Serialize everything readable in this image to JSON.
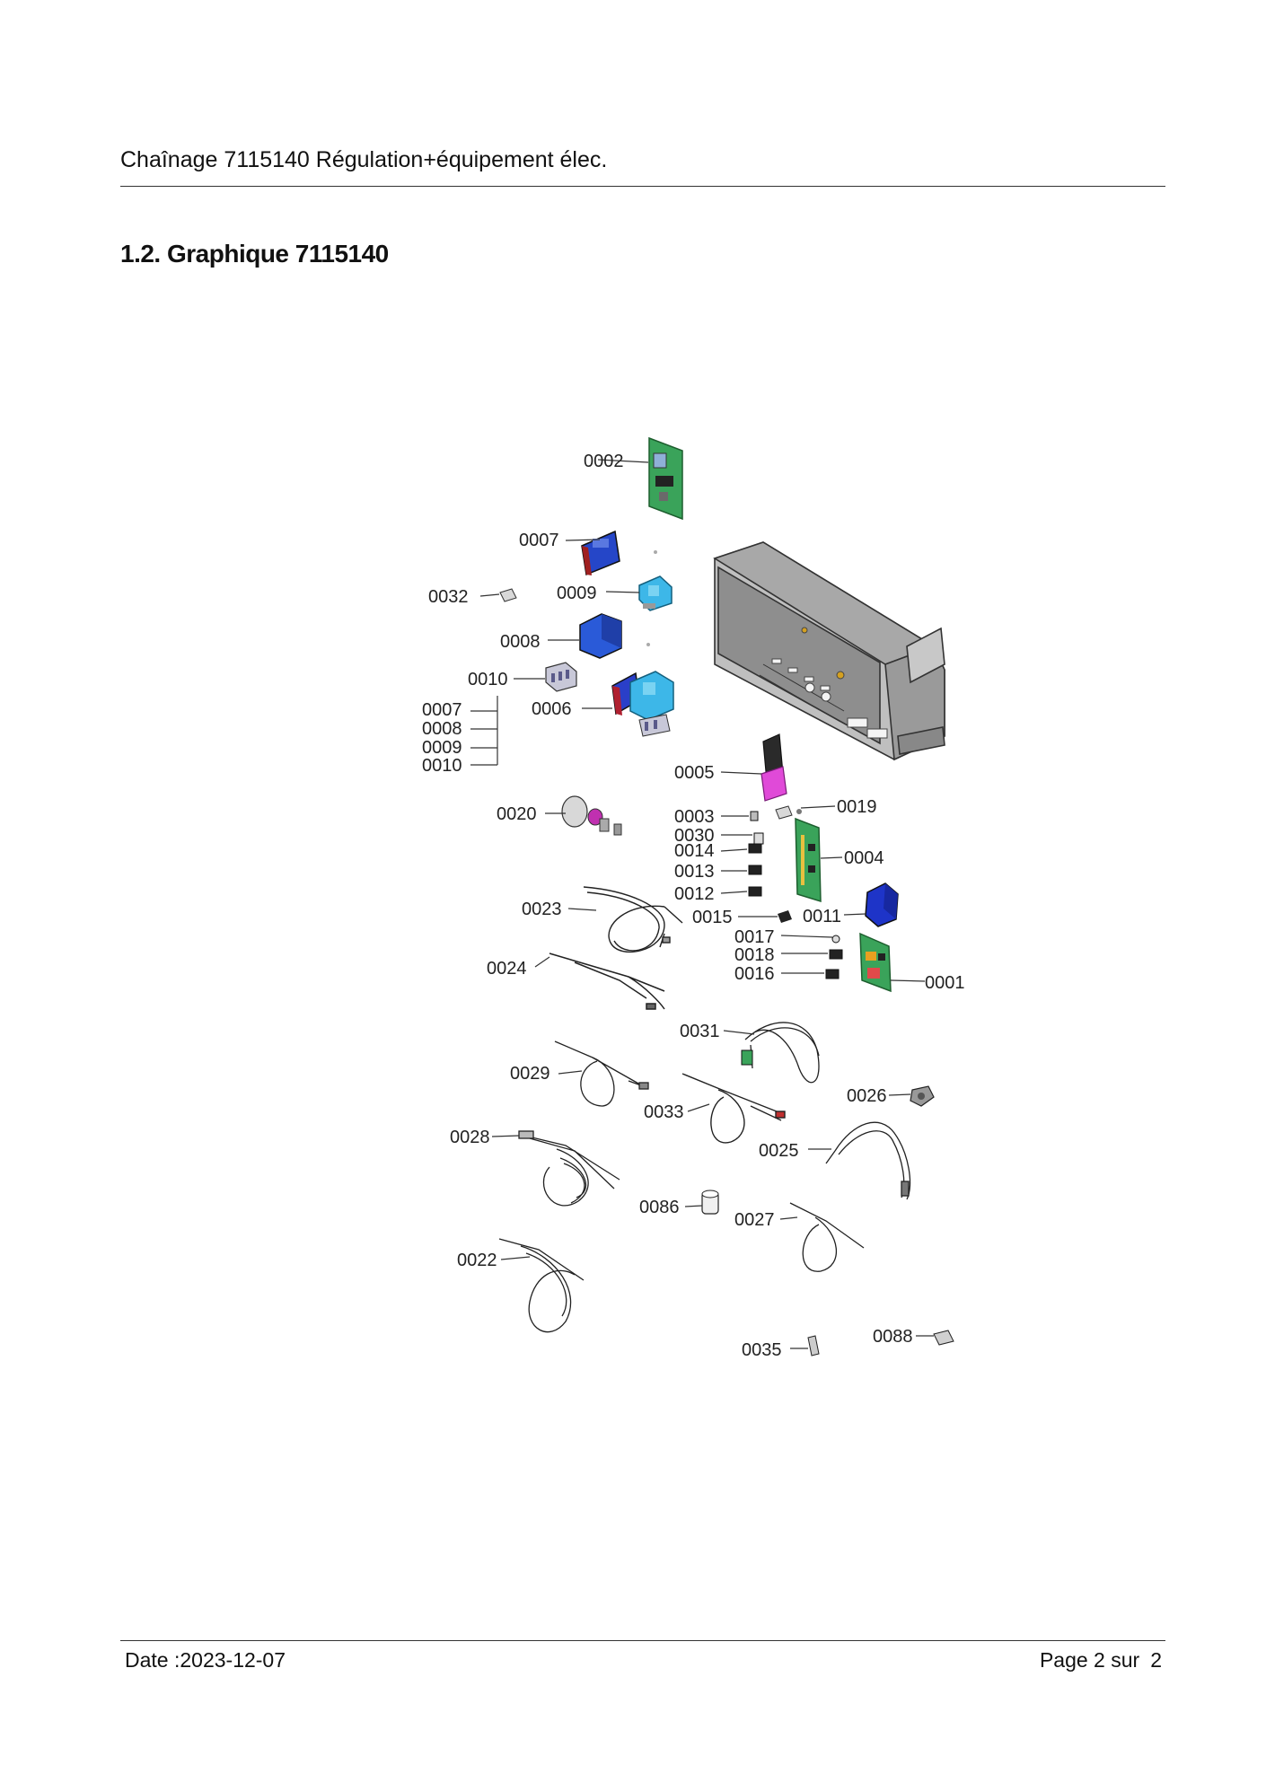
{
  "header": {
    "title": "Chaînage 7115140 Régulation+équipement élec."
  },
  "section": {
    "heading": "1.2. Graphique 7115140"
  },
  "diagram": {
    "labels": {
      "l0002": "0002",
      "l0007": "0007",
      "l0032": "0032",
      "l0009": "0009",
      "l0008": "0008",
      "l0010": "0010",
      "l0006": "0006",
      "g0007": "0007",
      "g0008": "0008",
      "g0009": "0009",
      "g0010": "0010",
      "l0005": "0005",
      "l0019": "0019",
      "l0020": "0020",
      "l0003": "0003",
      "l0030": "0030",
      "l0014": "0014",
      "l0004": "0004",
      "l0013": "0013",
      "l0012": "0012",
      "l0023": "0023",
      "l0015": "0015",
      "l0011": "0011",
      "l0017": "0017",
      "l0018": "0018",
      "l0016": "0016",
      "l0001": "0001",
      "l0024": "0024",
      "l0031": "0031",
      "l0029": "0029",
      "l0026": "0026",
      "l0033": "0033",
      "l0028": "0028",
      "l0025": "0025",
      "l0086": "0086",
      "l0027": "0027",
      "l0022": "0022",
      "l0088": "0088",
      "l0035": "0035"
    }
  },
  "footer": {
    "date": "Date :2023-12-07",
    "page_label": "Page 2 sur",
    "page_total": "2"
  }
}
